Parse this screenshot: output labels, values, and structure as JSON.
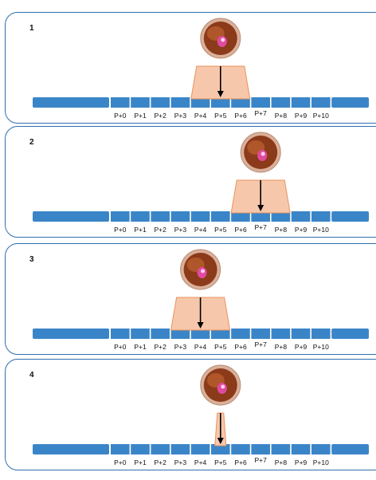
{
  "panels": [
    {
      "label": "1",
      "beam_position": "P+5",
      "beam_width": "wide",
      "crystal_position": "P+5"
    },
    {
      "label": "2",
      "beam_position": "P+7",
      "beam_width": "wide",
      "crystal_position": "P+7"
    },
    {
      "label": "3",
      "beam_position": "P+4",
      "beam_width": "wide",
      "crystal_position": "P+4"
    },
    {
      "label": "4",
      "beam_position": "P+5",
      "beam_width": "narrow",
      "crystal_position": "P+5"
    }
  ],
  "position_labels": [
    "P+0",
    "P+1",
    "P+2",
    "P+3",
    "P+4",
    "P+5",
    "P+6",
    "P+7",
    "P+8",
    "P+9",
    "P+10"
  ],
  "colors": {
    "track": "#3a85c8",
    "beam_fill": "#f7c7ab",
    "beam_stroke": "#e8935e",
    "panel_border": "#2f6fb0",
    "crystal_body": "#8b3a1a",
    "crystal_highlight": "#e04aa0"
  },
  "icons": {
    "crystal": "crystal-droplet-icon",
    "arrow": "down-arrow-icon"
  }
}
